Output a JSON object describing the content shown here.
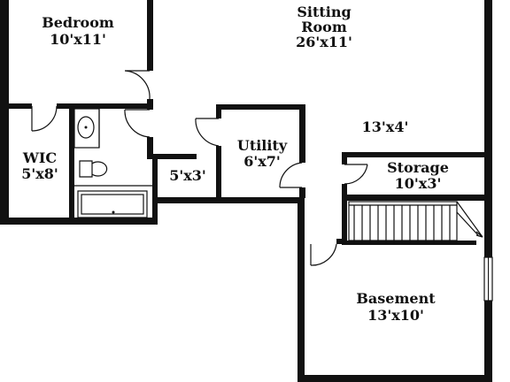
{
  "rooms": {
    "bedroom": {
      "name": "Bedroom",
      "size": "10'x11'"
    },
    "sitting": {
      "name_line1": "Sitting",
      "name_line2": "Room",
      "size": "26'x11'"
    },
    "alcove": {
      "size": "13'x4'"
    },
    "wic": {
      "name": "WIC",
      "size": "5'x8'"
    },
    "utility": {
      "name": "Utility",
      "size": "6'x7'"
    },
    "hall": {
      "size": "5'x3'"
    },
    "storage": {
      "name": "Storage",
      "size": "10'x3'"
    },
    "basement": {
      "name": "Basement",
      "size": "13'x10'"
    }
  },
  "colors": {
    "wall": "#111111",
    "background": "#ffffff"
  }
}
